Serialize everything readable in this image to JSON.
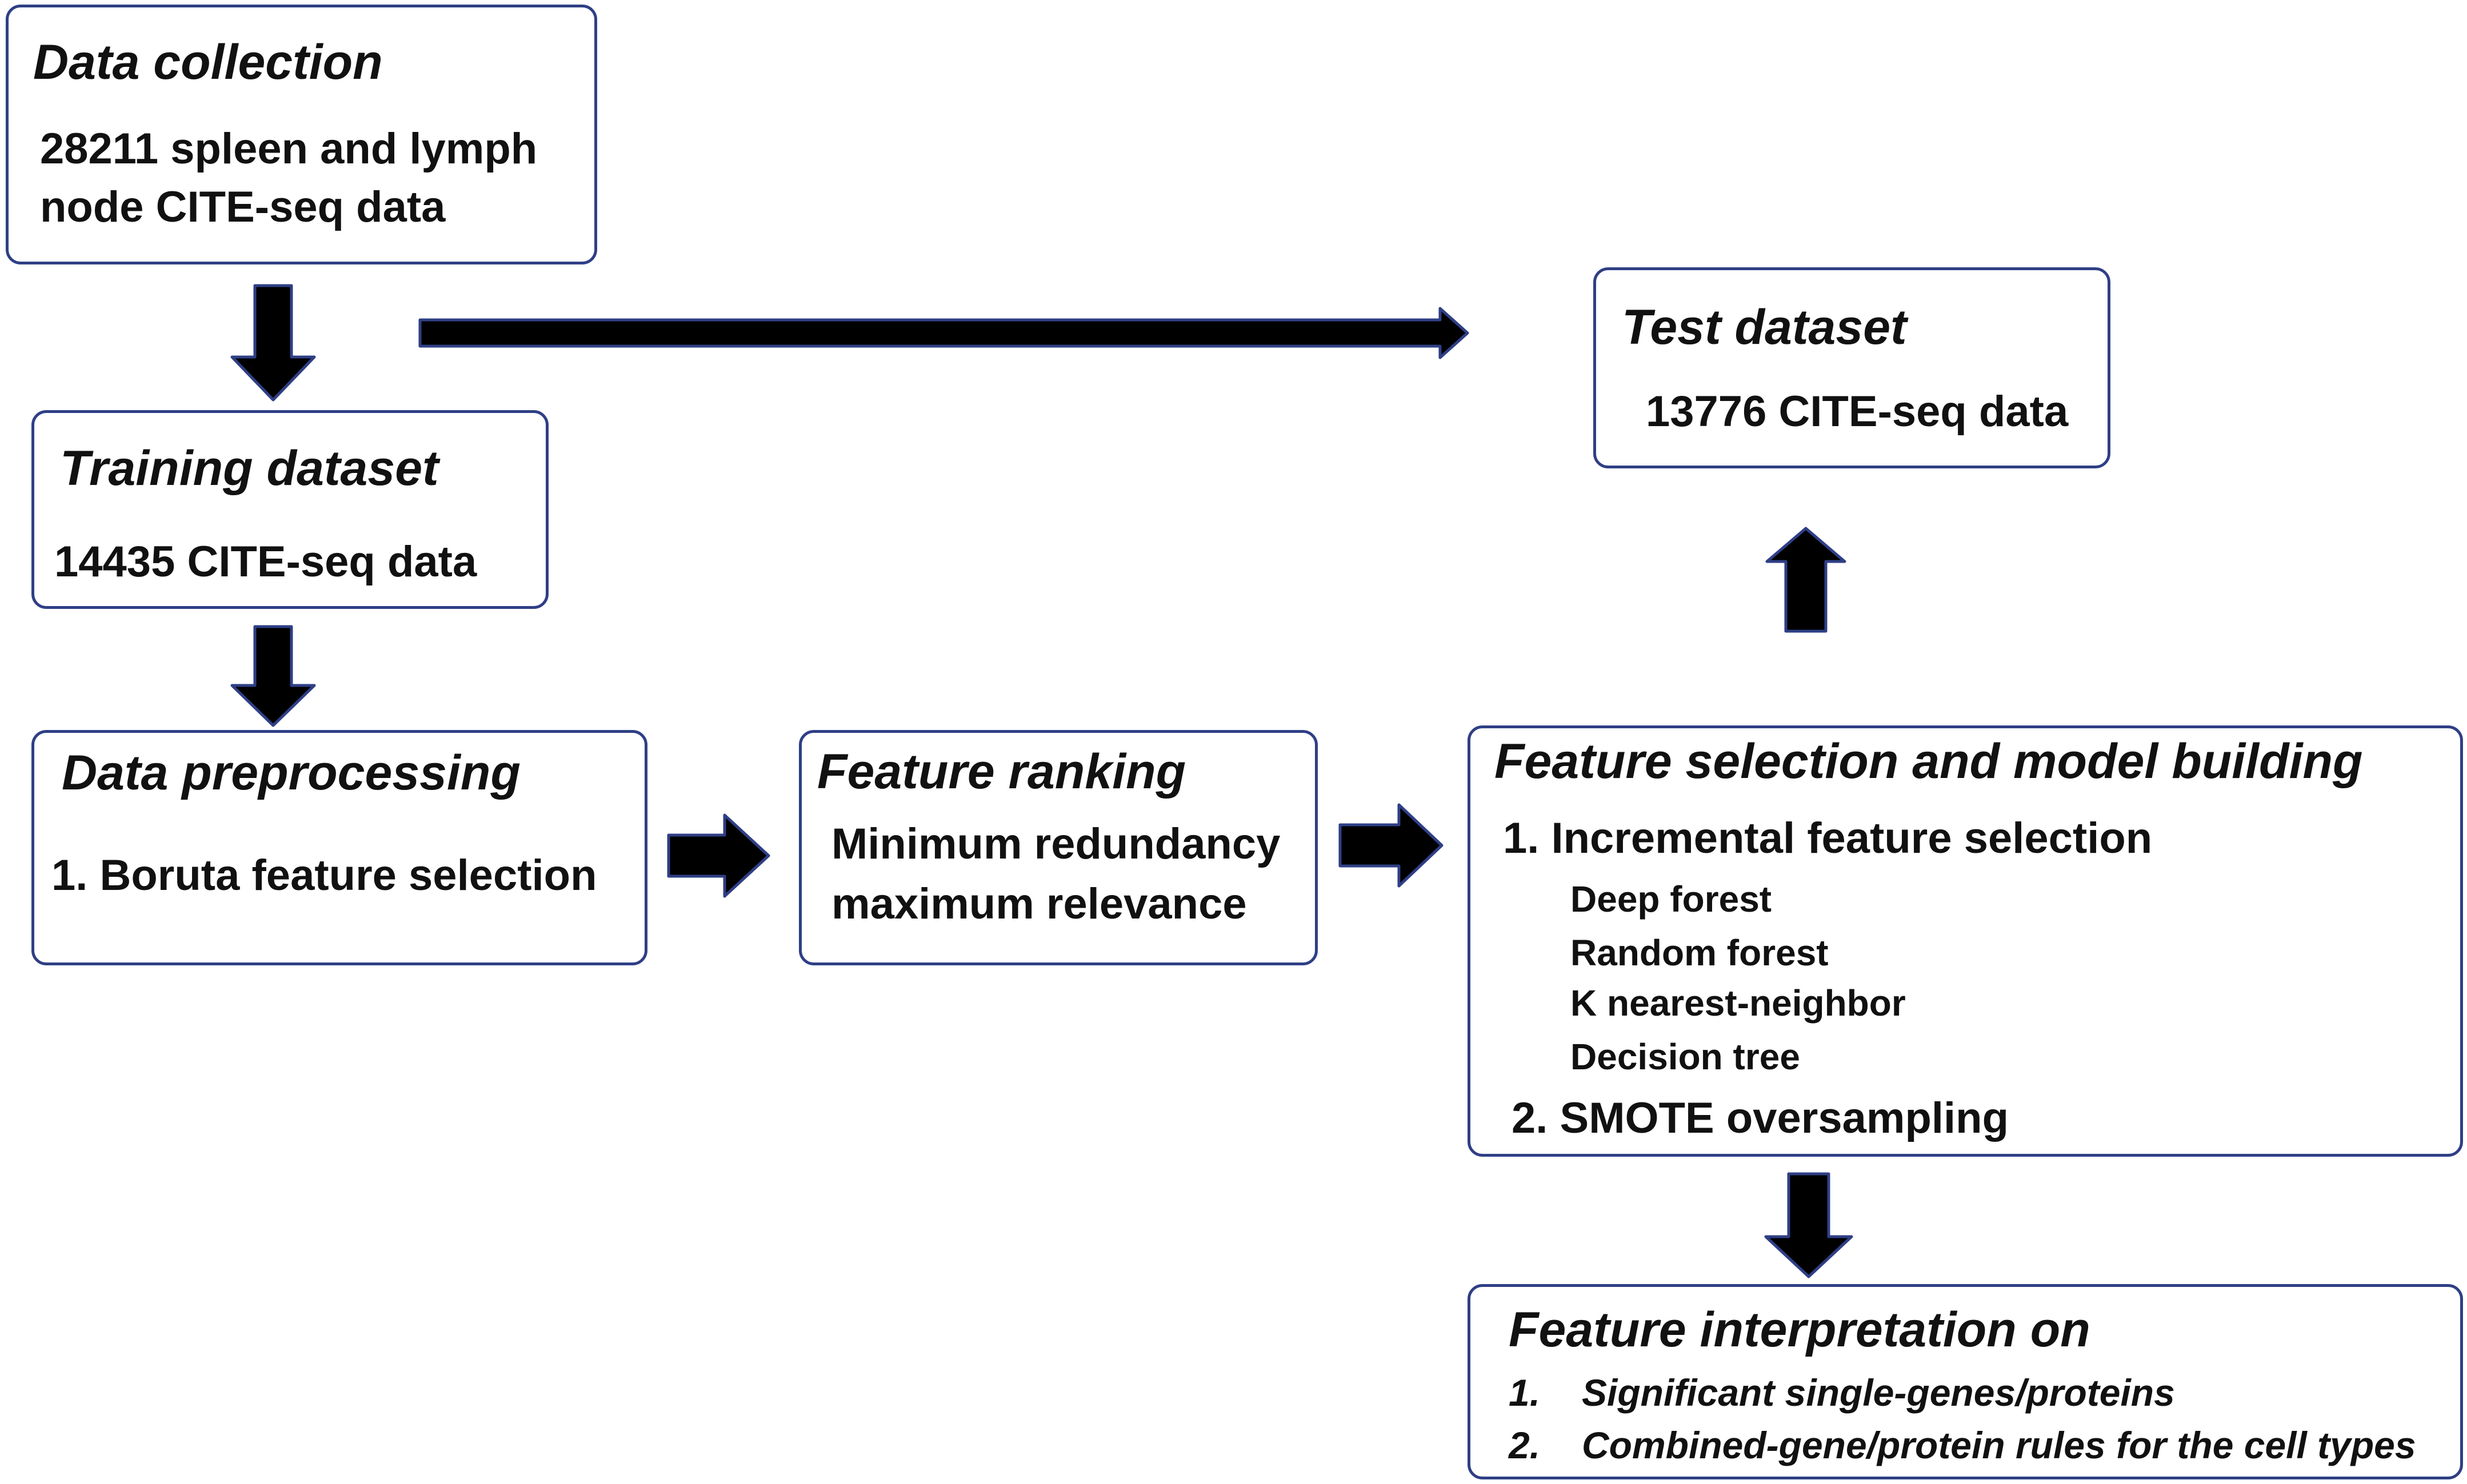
{
  "data_collection": {
    "title": "Data collection",
    "line1": "28211 spleen and lymph",
    "line2": "node CITE-seq data"
  },
  "training": {
    "title": "Training dataset",
    "text": "14435 CITE-seq data"
  },
  "test": {
    "title": "Test dataset",
    "text": "13776 CITE-seq data"
  },
  "preprocessing": {
    "title": "Data preprocessing",
    "text": "1. Boruta feature selection"
  },
  "ranking": {
    "title": "Feature ranking",
    "line1": "Minimum redundancy",
    "line2": "maximum relevance"
  },
  "selection": {
    "title": "Feature selection and model building",
    "step1": "1. Incremental feature selection",
    "methods": [
      "Deep forest",
      "Random forest",
      "K nearest-neighbor",
      "Decision tree"
    ],
    "step2": "2. SMOTE oversampling"
  },
  "interpretation": {
    "title": "Feature interpretation on",
    "items": [
      {
        "num": "1.",
        "text": "Significant single-genes/proteins"
      },
      {
        "num": "2.",
        "text": "Combined-gene/protein rules for the cell types"
      }
    ]
  },
  "colors": {
    "box_border": "#2f3f86",
    "arrow_fill": "#000000",
    "arrow_stroke": "#2f3f86"
  }
}
